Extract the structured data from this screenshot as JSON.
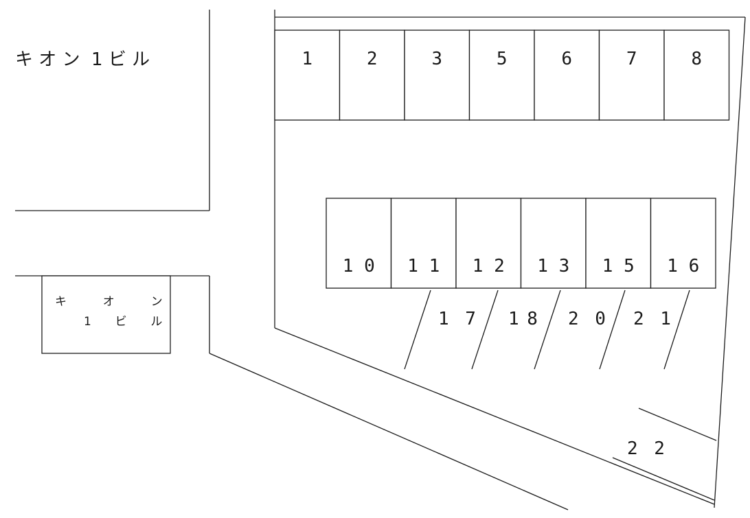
{
  "buildings": {
    "main_label": "キ オ ン  1 ビ ル",
    "annex_label_line1": "キ  オ  ン",
    "annex_label_line2": "1  ビ  ル"
  },
  "top_row_stalls": [
    "1",
    "2",
    "3",
    "5",
    "6",
    "7",
    "8"
  ],
  "middle_row_stalls": [
    "1 0",
    "1 1",
    "1 2",
    "1 3",
    "1 5",
    "1 6"
  ],
  "angled_stalls": [
    "1 7",
    "1 8",
    "2 0",
    "2 1"
  ],
  "bottom_stall": "2 2"
}
